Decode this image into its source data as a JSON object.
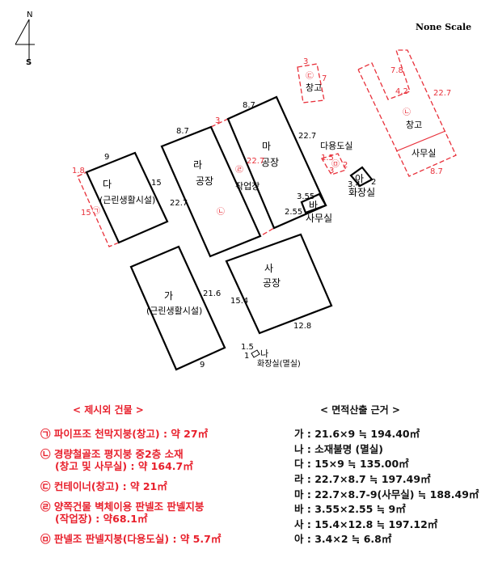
{
  "compass": {
    "north": "N",
    "south": "S"
  },
  "scale_label": "None Scale",
  "buildings": {
    "ga": {
      "name": "가",
      "use": "(근린생활시설)",
      "dims": [
        "21.6",
        "9"
      ]
    },
    "na": {
      "name": "나",
      "use": "화장실(멸실)",
      "dims": [
        "1.5",
        "1"
      ]
    },
    "da": {
      "name": "다",
      "use": "(근린생활시설)",
      "dims": [
        "9",
        "15"
      ]
    },
    "ra": {
      "name": "라",
      "use": "공장",
      "dims": [
        "8.7",
        "22.7"
      ]
    },
    "ma": {
      "name": "마",
      "use": "공장",
      "dims": [
        "8.7",
        "22.7"
      ]
    },
    "ba": {
      "name": "바",
      "use": "사무실",
      "dims": [
        "3.55",
        "2.55"
      ]
    },
    "sa": {
      "name": "사",
      "use": "공장",
      "dims": [
        "15.4",
        "12.8"
      ]
    },
    "a": {
      "name": "아",
      "use": "화장실",
      "dims": [
        "3.4",
        "2"
      ]
    }
  },
  "extra": {
    "e1": {
      "mark": "㉠",
      "dims": [
        "1.8",
        "15"
      ]
    },
    "e2": {
      "mark": "㉡",
      "use": "창고",
      "use2": "사무실",
      "dims": [
        "7.8",
        "4.2",
        "22.7",
        "8.7"
      ]
    },
    "e3": {
      "mark": "㉢",
      "use": "창고",
      "dims": [
        "3",
        "7"
      ]
    },
    "e4": {
      "mark": "㉣",
      "use": "작업장",
      "dims": [
        "3",
        "22.7"
      ]
    },
    "e5": {
      "mark": "㉤",
      "use": "다용도실",
      "dims": [
        "1.5",
        "3",
        "2"
      ]
    }
  },
  "left_legend": {
    "title": "< 제시외 건물 >",
    "items": [
      "㉠ 파이프조 천막지붕(창고) : 약 27㎡",
      "㉡ 경량철골조 평지붕 중2층 소재",
      "(창고 및 사무실) : 약 164.7㎡",
      "㉢ 컨테이너(창고) : 약 21㎡",
      "㉣ 양쪽건물 벽체이용 판넬조 판넬지붕",
      "(작업장) : 약68.1㎡",
      "㉤ 판넬조 판넬지붕(다용도실) : 약 5.7㎡"
    ]
  },
  "right_legend": {
    "title": "< 면적산출 근거 >",
    "items": [
      "가 : 21.6×9 ≒ 194.40㎡",
      "나 : 소재불명 (멸실)",
      "다 : 15×9 ≒ 135.00㎡",
      "라 : 22.7×8.7 ≒ 197.49㎡",
      "마 : 22.7×8.7-9(사무실) ≒ 188.49㎡",
      "바 : 3.55×2.55 ≒ 9㎡",
      "사 : 15.4×12.8 ≒ 197.12㎡",
      "아 : 3.4×2 ≒ 6.8㎡"
    ]
  },
  "colors": {
    "extra_building": "#e8303a",
    "building": "#000000"
  }
}
